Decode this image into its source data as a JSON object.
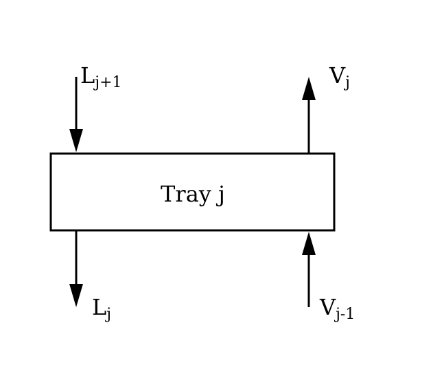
{
  "tray": {
    "label": "Tray j"
  },
  "streams": {
    "liquid_in": {
      "base": "L",
      "sub": "j+1",
      "direction": "down"
    },
    "vapor_out": {
      "base": "V",
      "sub": "j",
      "direction": "up"
    },
    "liquid_out": {
      "base": "L",
      "sub": "j",
      "direction": "down"
    },
    "vapor_in": {
      "base": "V",
      "sub": "j-1",
      "direction": "up"
    }
  },
  "colors": {
    "stroke": "#000000",
    "background": "#ffffff"
  }
}
